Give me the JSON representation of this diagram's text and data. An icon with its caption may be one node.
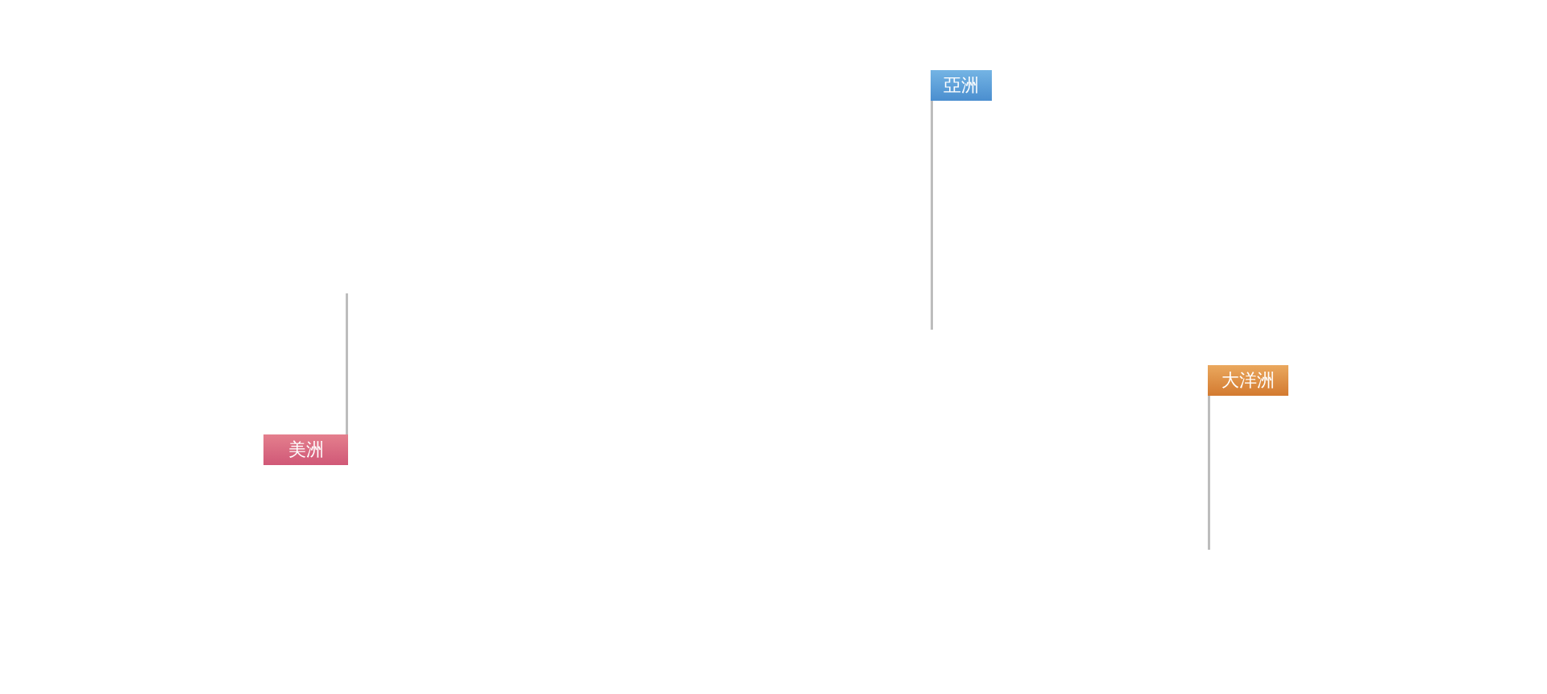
{
  "diagram": {
    "nodes": [
      {
        "text": [
          "亞洲"
        ]
      },
      {
        "text": [
          "大洋洲"
        ]
      },
      {
        "text": [
          "美洲"
        ]
      }
    ],
    "edges": [
      {
        "from": 0,
        "to": null,
        "arrow": "none"
      },
      {
        "from": 1,
        "to": null,
        "arrow": "none"
      },
      {
        "from": 2,
        "to": null,
        "arrow": "none"
      }
    ]
  }
}
